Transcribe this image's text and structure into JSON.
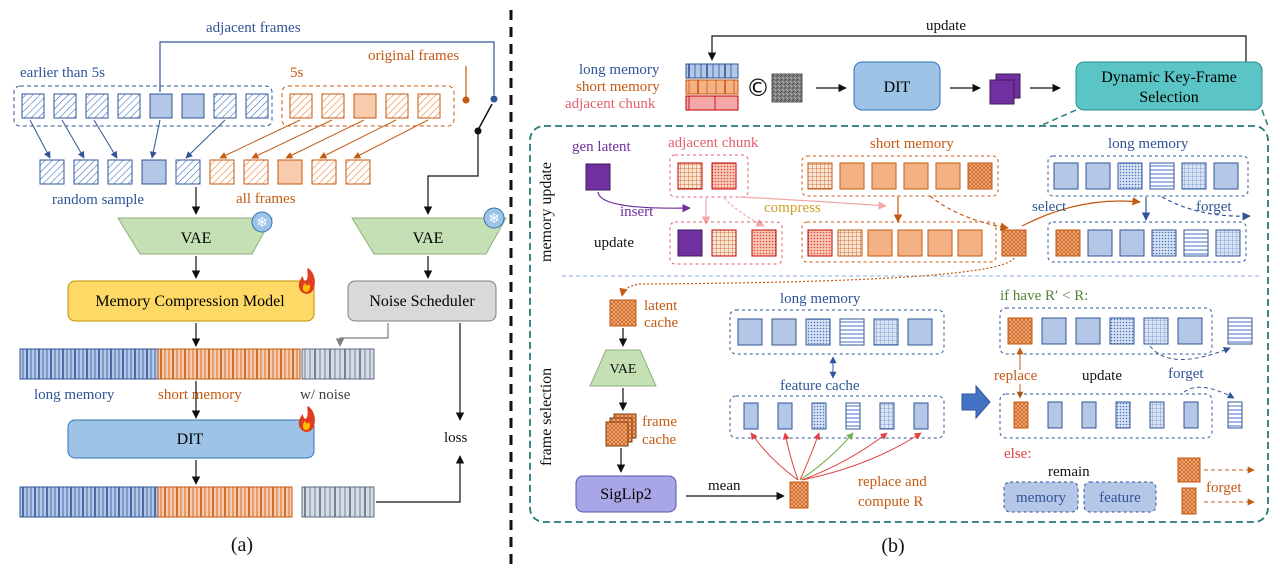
{
  "panel_a": {
    "adjacent_frames": "adjacent frames",
    "earlier_than_5s": "earlier than 5s",
    "five_s": "5s",
    "original_frames": "original frames",
    "random_sample": "random sample",
    "all_frames": "all frames",
    "vae_left": "VAE",
    "vae_right": "VAE",
    "memory_compression_model": "Memory Compression Model",
    "noise_scheduler": "Noise Scheduler",
    "long_memory": "long memory",
    "short_memory": "short memory",
    "w_noise": "w/ noise",
    "dit": "DIT",
    "loss": "loss",
    "caption": "(a)"
  },
  "panel_b": {
    "update_top": "update",
    "long_memory": "long memory",
    "short_memory": "short memory",
    "adjacent_chunk": "adjacent chunk",
    "concat_symbol": "©",
    "dit": "DIT",
    "dynamic_selection_line1": "Dynamic Key-Frame",
    "dynamic_selection_line2": "Selection",
    "memory_update_section": "memory update",
    "gen_latent": "gen latent",
    "adjacent_chunk_mu": "adjacent chunk",
    "short_memory_mu": "short memory",
    "long_memory_mu": "long memory",
    "insert": "insert",
    "compress": "compress",
    "select": "select",
    "forget_mu": "forget",
    "update_mu": "update",
    "frame_selection_section": "frame selection",
    "latent_cache_1": "latent",
    "latent_cache_2": "cache",
    "vae": "VAE",
    "frame_cache_1": "frame",
    "frame_cache_2": "cache",
    "siglip2": "SigLip2",
    "mean": "mean",
    "long_memory_fs": "long memory",
    "feature_cache": "feature cache",
    "replace_compute_1": "replace and",
    "replace_compute_2": "compute R",
    "if_have": "if have R′ < R:",
    "replace": "replace",
    "update_fs": "update",
    "forget_fs": "forget",
    "else": "else:",
    "remain": "remain",
    "memory": "memory",
    "feature": "feature",
    "forget_else": "forget",
    "caption": "(b)"
  },
  "colors": {
    "blue_text": "#2f5597",
    "orange_text": "#c55a11",
    "frame_blue": "#b4c7e7",
    "frame_orange": "#f4b183",
    "vae_green": "#c5e0b4",
    "mcm_yellow": "#ffd966",
    "dit_blue": "#9dc3e6",
    "teal": "#5bc4c4",
    "purple": "#7030a0",
    "siglip_purple": "#a9a6e8"
  }
}
